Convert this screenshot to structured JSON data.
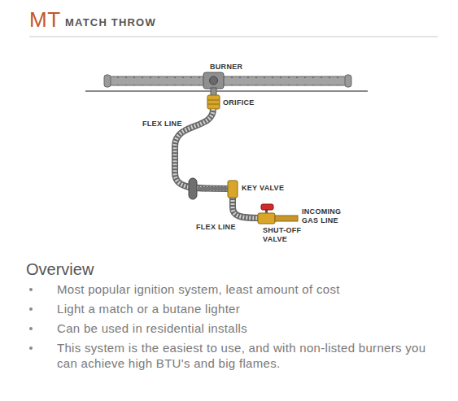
{
  "diagram": {
    "title": "MT",
    "labels": [
      "MATCH THROW",
      "BURNER",
      "ORIFICE",
      "FLEX LINE",
      "KEY VALVE",
      "FLEX LINE",
      "SHUT-OFF VALVE",
      "INCOMING GAS LINE",
      "Overview",
      "Most popular ignition system, least amount of cost",
      "Light a match or a butane lighter",
      "Can be used in residential installs",
      "This system is the easiest to use, and with non-listed burners you can achieve high BTU's and big flames."
    ]
  }
}
